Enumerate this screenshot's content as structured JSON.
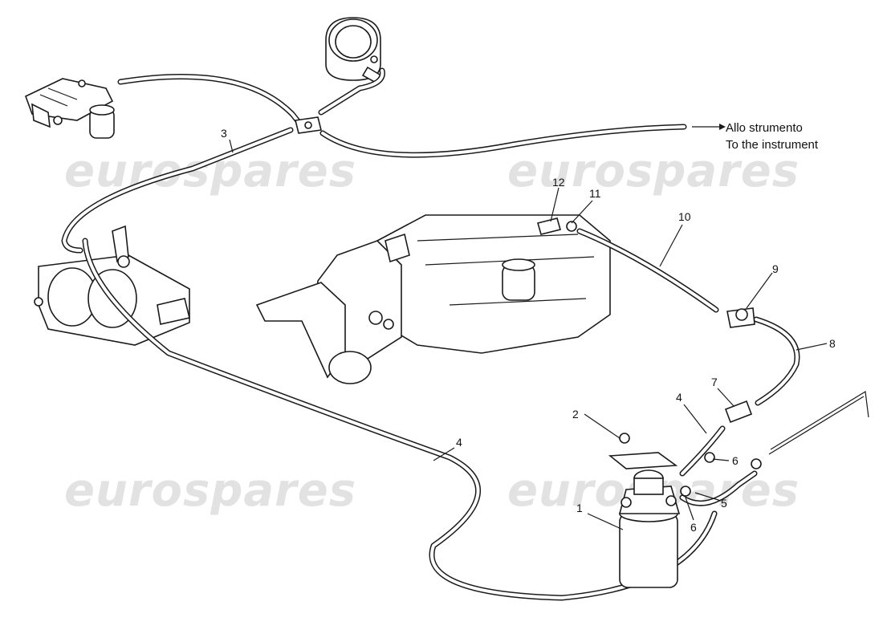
{
  "diagram": {
    "callouts": [
      "1",
      "2",
      "3",
      "4",
      "4",
      "5",
      "6",
      "6",
      "7",
      "8",
      "9",
      "10",
      "11",
      "12"
    ],
    "note_line1": "Allo strumento",
    "note_line2": "To the instrument",
    "watermark": "eurospares"
  }
}
